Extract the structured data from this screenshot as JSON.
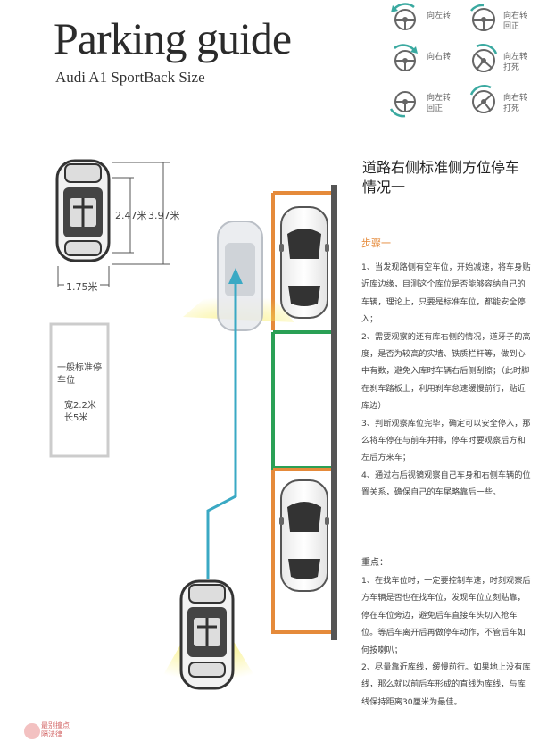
{
  "title": "Parking guide",
  "subtitle": "Audi A1 SportBack Size",
  "legend": [
    {
      "label": "向左转",
      "icon": "steering-left-icon"
    },
    {
      "label": "向右转\n回正",
      "icon": "steering-right-return-icon"
    },
    {
      "label": "向右转",
      "icon": "steering-right-icon"
    },
    {
      "label": "向左转\n打死",
      "icon": "steering-left-full-icon"
    },
    {
      "label": "向左转\n回正",
      "icon": "steering-left-return-icon"
    },
    {
      "label": "向右转\n打死",
      "icon": "steering-right-full-icon"
    }
  ],
  "dimensions": {
    "width_label": "1.75米",
    "wheelbase_label": "2.47米",
    "length_label": "3.97米"
  },
  "standard_space": {
    "label": "一般标准停车位",
    "size": "宽2.2米\n长5米"
  },
  "heading": "道路右侧标准侧方位停车情况一",
  "step_title": "步骤一",
  "steps": [
    "1、当发现路侧有空车位，开始减速，将车身贴近库边缘，目测这个库位是否能够容纳自己的车辆，理论上，只要是标准车位，都能安全停入；",
    "2、需要观察的还有库右侧的情况，道牙子的高度，是否为较高的实墙、铁质栏杆等，做到心中有数，避免入库时车辆右后侧刮擦；（此时脚在刹车踏板上，利用刹车怠速缓慢前行，贴近库边）",
    "3、判断观察库位完毕，确定可以安全停入，那么将车停在与前车并排，停车时要观察后方和左后方来车；",
    "4、通过右后视镜观察自己车身和右侧车辆的位置关系，确保自己的车尾略靠后一些。"
  ],
  "key_title": "重点：",
  "keys": [
    "1、在找车位时，一定要控制车速，时刻观察后方车辆是否也在找车位，发现车位立刻贴靠，停在车位旁边，避免后车直接车头切入抢车位。等后车离开后再做停车动作，不管后车如何按喇叭；",
    "2、尽量靠近库线，缓慢前行。如果地上没有库线，那么就以前后车形成的直线为库线，与库线保持距离30厘米为最佳。"
  ],
  "watermark": "最别撞点\n隔法律",
  "colors": {
    "accent_orange": "#e58a3a",
    "parking_green": "#2aa055",
    "path_blue": "#3aa9c4",
    "curb": "#555555",
    "headlight": "#f7ec5a"
  }
}
